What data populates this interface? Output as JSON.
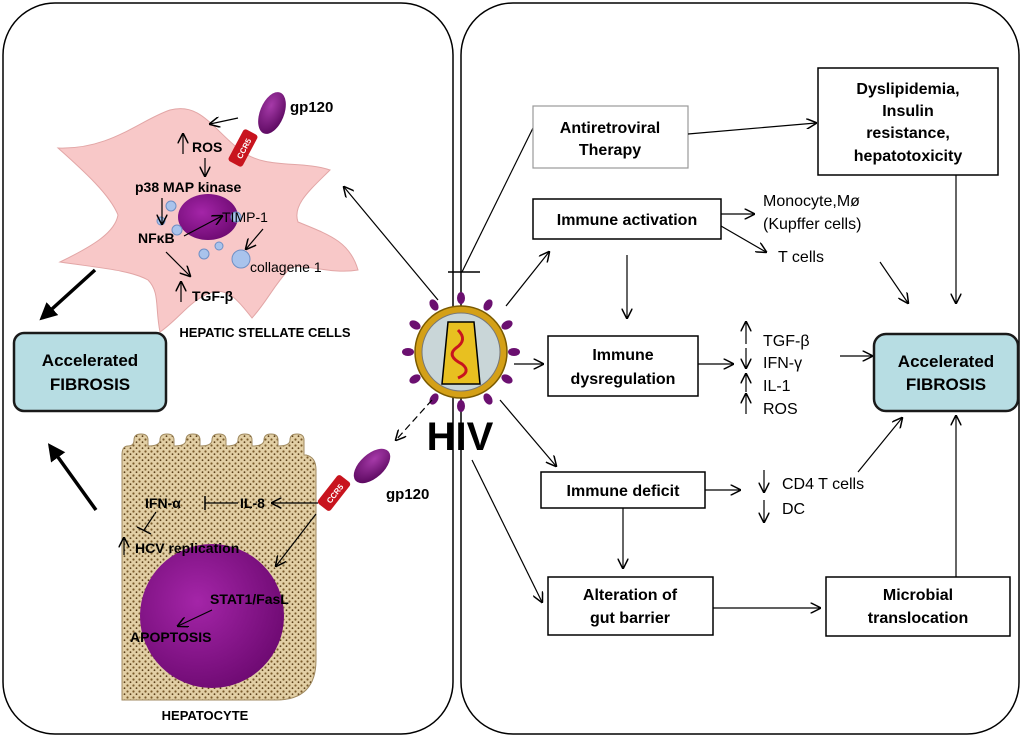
{
  "left_panel": {
    "stellate": {
      "caption": "HEPATIC STELLATE CELLS",
      "gp120": "gp120",
      "receptor": "CCR5",
      "ros": "ROS",
      "p38": "p38 MAP kinase",
      "timp": "TIMP-1",
      "nfkb": "NFκB",
      "collagen": "collagene 1",
      "tgf": "TGF-β"
    },
    "hepatocyte": {
      "caption": "HEPATOCYTE",
      "gp120": "gp120",
      "receptor": "CCR5",
      "ifn": "IFN-α",
      "il8": "IL-8",
      "hcv": "HCV replication",
      "stat": "STAT1/FasL",
      "apoptosis": "APOPTOSIS"
    },
    "accelerated": {
      "line1": "Accelerated",
      "line2": "FIBROSIS"
    }
  },
  "center": {
    "virus_label": "HIV"
  },
  "right_panel": {
    "art": {
      "line1": "Antiretroviral",
      "line2": "Therapy"
    },
    "dyslipidemia": {
      "line1": "Dyslipidemia,",
      "line2": "Insulin",
      "line3": "resistance,",
      "line4": "hepatotoxicity"
    },
    "immune_activation": "Immune activation",
    "monocyte": {
      "line1": "Monocyte,Mø",
      "line2": "(Kupffer cells)"
    },
    "tcells": "T cells",
    "immune_dysregulation": {
      "line1": "Immune",
      "line2": "dysregulation"
    },
    "cytokines": [
      "TGF-β",
      "IFN-γ",
      "IL-1",
      "ROS"
    ],
    "accelerated": {
      "line1": "Accelerated",
      "line2": "FIBROSIS"
    },
    "immune_deficit": "Immune deficit",
    "deficit_items": [
      "CD4 T cells",
      "DC"
    ],
    "gut": {
      "line1": "Alteration of",
      "line2": "gut barrier"
    },
    "microbial": {
      "line1": "Microbial",
      "line2": "translocation"
    }
  },
  "colors": {
    "stellate_fill": "#f8c8c8",
    "hepatocyte_fill": "#d9c49a",
    "nucleus": "#8a0f8e",
    "fibrosis_box": "#b7dde3",
    "receptor": "#c8141e",
    "virus_spikes": "#6b1070",
    "virus_gold": "#d4a017"
  }
}
